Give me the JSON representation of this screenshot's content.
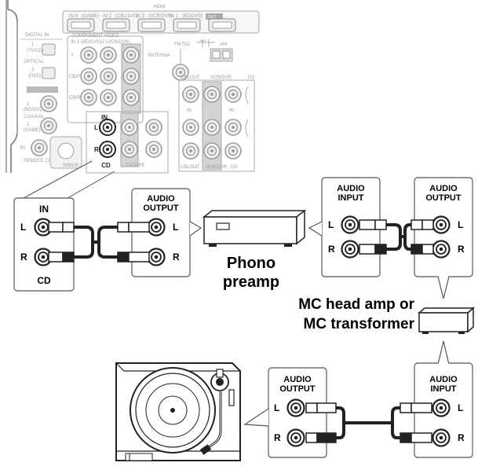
{
  "panel": {
    "hdmi": "HDMI",
    "hdmi_in4": "IN 4",
    "hdmi_in4_sub": "(GAME)",
    "hdmi_in2": "IN 2",
    "hdmi_in2_sub": "(CBL/SAT)",
    "hdmi_in3": "IN 3",
    "hdmi_in3_sub": "(VCR/DVR)",
    "hdmi_in1": "IN 1",
    "hdmi_in1_sub": "(BD/DVD)",
    "hdmi_out": "OUT",
    "digital_in": "DIGITAL IN",
    "optical_1": "1",
    "optical_1_sub": "(TV/CD)",
    "optical": "OPTICAL",
    "optical_2": "2",
    "optical_2_sub": "(DVD)",
    "coaxial_1": "1",
    "coaxial_1_sub": "(BD/DVD)",
    "coaxial": "COAXIAL",
    "coaxial_2": "2",
    "coaxial_2_sub": "(GAME)",
    "component_video": "COMPONENT VIDEO",
    "component_in": "IN",
    "component_in1": "1 (BD/DVD)",
    "component_in2": "2 (VCR/DVR)",
    "comp_y": "Y",
    "comp_pb": "CB/PB",
    "comp_pr": "CR/PR",
    "antenna": "ANTENNA",
    "fm": "FM75Ω",
    "am": "AM",
    "cbl_sat": "CBL/SAT",
    "vcr_dvr": "VCR/DVR",
    "dv": "DV",
    "in": "IN",
    "out": "OUT",
    "tape_in": "IN",
    "tape_l": "L",
    "tape_r": "R",
    "cd": "CD",
    "tv_tape": "TV/TAPE",
    "remote_control": "REMOTE CONTROL",
    "sirius": "SIRIUS",
    "ri": "RI"
  },
  "cd_jack": {
    "title": "IN",
    "left": "L",
    "right": "R",
    "footer": "CD"
  },
  "preamp_out": {
    "title_1": "AUDIO",
    "title_2": "OUTPUT",
    "left": "L",
    "right": "R"
  },
  "phono_preamp": {
    "line1": "Phono",
    "line2": "preamp"
  },
  "preamp_in": {
    "title_1": "AUDIO",
    "title_2": "INPUT",
    "left": "L",
    "right": "R"
  },
  "headamp_out": {
    "title_1": "AUDIO",
    "title_2": "OUTPUT",
    "left": "L",
    "right": "R"
  },
  "mc_label": {
    "line1": "MC head amp or",
    "line2": "MC transformer"
  },
  "turntable_out": {
    "title_1": "AUDIO",
    "title_2": "OUTPUT",
    "left": "L",
    "right": "R"
  },
  "headamp_in": {
    "title_1": "AUDIO",
    "title_2": "INPUT",
    "left": "L",
    "right": "R"
  }
}
